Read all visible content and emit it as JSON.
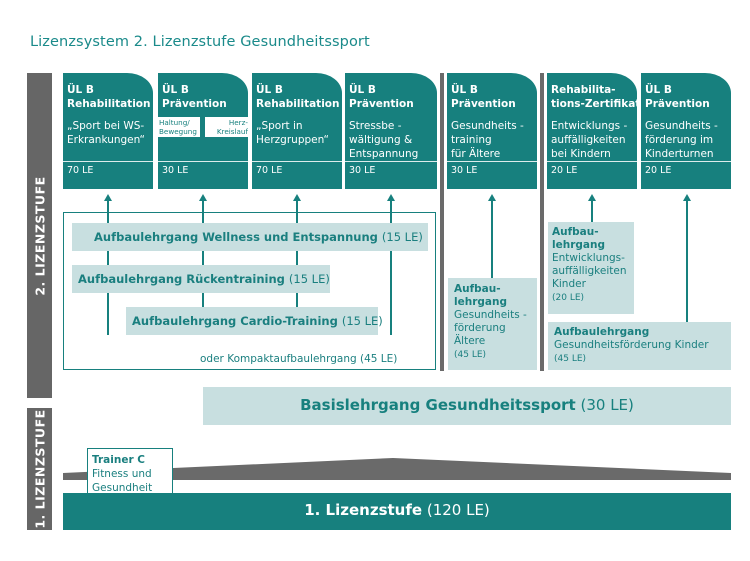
{
  "title": "Lizenzsystem 2. Lizenzstufe Gesundheitssport",
  "sidebar": {
    "stufe2": "2. LIZENZSTUFE",
    "stufe1": "1. LIZENZSTUFE"
  },
  "cards": [
    {
      "title1": "ÜL B",
      "title2": "Rehabilitation",
      "desc1": "„Sport bei WS-",
      "desc2": "Erkrankungen“",
      "desc3": "",
      "le": "70 LE"
    },
    {
      "title1": "ÜL B",
      "title2": "Prävention",
      "desc1": "",
      "desc2": "",
      "desc3": "",
      "le": "30 LE",
      "mini": [
        {
          "l1": "Haltung/",
          "l2": "Bewegung"
        },
        {
          "l1": "Herz-",
          "l2": "Kreislauf"
        }
      ]
    },
    {
      "title1": "ÜL B",
      "title2": "Rehabilitation",
      "desc1": "„Sport in",
      "desc2": "Herzgruppen“",
      "desc3": "",
      "le": "70 LE"
    },
    {
      "title1": "ÜL B",
      "title2": "Prävention",
      "desc1": "Stressbe -",
      "desc2": "wältigung &",
      "desc3": "Entspannung",
      "le": "30 LE"
    },
    {
      "title1": "ÜL B",
      "title2": "Prävention",
      "desc1": "Gesundheits -",
      "desc2": "training",
      "desc3": "für Ältere",
      "le": "30 LE"
    },
    {
      "title1": "Rehabilita-",
      "title2": "tions-Zertifikat",
      "desc1": "Entwicklungs -",
      "desc2": "auffälligkeiten",
      "desc3": "bei Kindern",
      "le": "20 LE"
    },
    {
      "title1": "ÜL B",
      "title2": "Prävention",
      "desc1": "Gesundheits -",
      "desc2": "förderung im",
      "desc3": "Kinderturnen",
      "le": "20 LE"
    }
  ],
  "aufbau": {
    "wellness": {
      "name": "Aufbaulehrgang Wellness und Entspannung",
      "le": "(15 LE)"
    },
    "ruecken": {
      "name": "Aufbaulehrgang Rückentraining",
      "le": "(15 LE)"
    },
    "cardio": {
      "name": "Aufbaulehrgang Cardio-Training",
      "le": "(15 LE)"
    },
    "kompakt": "oder Kompaktaufbaulehrgang (45 LE)",
    "aeltere": {
      "l1": "Aufbau-",
      "l2": "lehrgang",
      "l3": "Gesundheits -",
      "l4": "förderung",
      "l5": "Ältere",
      "le": "(45 LE)"
    },
    "entw": {
      "l1": "Aufbau-",
      "l2": "lehrgang",
      "l3": "Entwicklungs-",
      "l4": "auffälligkeiten",
      "l5": "Kinder",
      "le": "(20 LE)"
    },
    "kinder": {
      "l1": "Aufbaulehrgang",
      "l2": "Gesundheitsförderung Kinder",
      "le": "(45 LE)"
    }
  },
  "basis": {
    "name": "Basislehrgang Gesundheitssport",
    "le": "(30 LE)"
  },
  "trainer": {
    "l1": "Trainer C",
    "l2": "Fitness und",
    "l3": "Gesundheit"
  },
  "stufe1": {
    "name": "1. Lizenzstufe",
    "le": "(120 LE)"
  },
  "colors": {
    "teal": "#17807e",
    "light": "#c8dfe0",
    "gray": "#666666"
  }
}
